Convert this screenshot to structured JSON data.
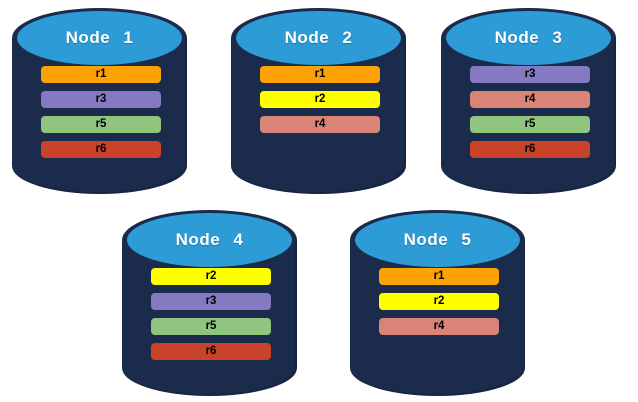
{
  "diagram": {
    "background": "#FFFFFF",
    "cylinder_body_color": "#1B2B4C",
    "cylinder_top_color": "#2D9BD5",
    "replica_colors": {
      "r1": "#FCA204",
      "r2": "#FFFF00",
      "r3": "#8579C1",
      "r4": "#D98477",
      "r5": "#90C57F",
      "r6": "#C8432A"
    }
  },
  "nodes": [
    {
      "label": "Node 1",
      "replicas": [
        {
          "label": "r1",
          "color": "#FCA204"
        },
        {
          "label": "r3",
          "color": "#8579C1"
        },
        {
          "label": "r5",
          "color": "#90C57F"
        },
        {
          "label": "r6",
          "color": "#C8432A"
        }
      ]
    },
    {
      "label": "Node 2",
      "replicas": [
        {
          "label": "r1",
          "color": "#FCA204"
        },
        {
          "label": "r2",
          "color": "#FFFF00"
        },
        {
          "label": "r4",
          "color": "#D98477"
        }
      ]
    },
    {
      "label": "Node 3",
      "replicas": [
        {
          "label": "r3",
          "color": "#8579C1"
        },
        {
          "label": "r4",
          "color": "#D98477"
        },
        {
          "label": "r5",
          "color": "#90C57F"
        },
        {
          "label": "r6",
          "color": "#C8432A"
        }
      ]
    },
    {
      "label": "Node 4",
      "replicas": [
        {
          "label": "r2",
          "color": "#FFFF00"
        },
        {
          "label": "r3",
          "color": "#8579C1"
        },
        {
          "label": "r5",
          "color": "#90C57F"
        },
        {
          "label": "r6",
          "color": "#C8432A"
        }
      ]
    },
    {
      "label": "Node 5",
      "replicas": [
        {
          "label": "r1",
          "color": "#FCA204"
        },
        {
          "label": "r2",
          "color": "#FFFF00"
        },
        {
          "label": "r4",
          "color": "#D98477"
        }
      ]
    }
  ]
}
